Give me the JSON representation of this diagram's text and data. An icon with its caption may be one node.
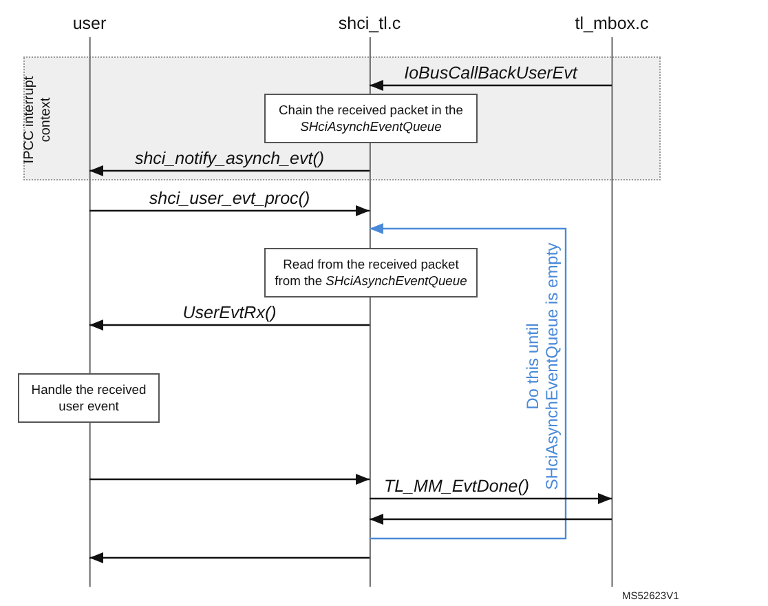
{
  "diagram": {
    "nodes": [
      {
        "text": [
          "user"
        ]
      },
      {
        "text": [
          "shci_tl.c"
        ]
      },
      {
        "text": [
          "tl_mbox.c"
        ]
      },
      {
        "text": [
          "IPCC interrupt context"
        ]
      },
      {
        "text": [
          "Chain the received packet in the *SHciAsynchEventQueue*"
        ],
        "in": 3
      },
      {
        "text": [
          "Read from the received packet from the *SHciAsynchEventQueue*"
        ]
      },
      {
        "text": [
          "Handle the received user event"
        ]
      }
    ],
    "edges": [
      {
        "from": 2,
        "to": 1,
        "arrow": "to",
        "label": "IoBusCallBackUserEvt"
      },
      {
        "from": 1,
        "to": 0,
        "arrow": "to",
        "label": "shci_notify_asynch_evt()"
      },
      {
        "from": 0,
        "to": 1,
        "arrow": "to",
        "label": "shci_user_evt_proc()"
      },
      {
        "from": 1,
        "to": 1,
        "arrow": "to",
        "label": "Do this until SHciAsynchEventQueue is empty",
        "color": "#4a8ad8"
      },
      {
        "from": 1,
        "to": 0,
        "arrow": "to",
        "label": "UserEvtRx()"
      },
      {
        "from": 0,
        "to": 1,
        "arrow": "to"
      },
      {
        "from": 1,
        "to": 2,
        "arrow": "to",
        "label": "TL_MM_EvtDone()"
      },
      {
        "from": 2,
        "to": 1,
        "arrow": "to"
      },
      {
        "from": 1,
        "to": 0,
        "arrow": "to"
      }
    ],
    "labels": [
      "MS52623V1"
    ]
  }
}
